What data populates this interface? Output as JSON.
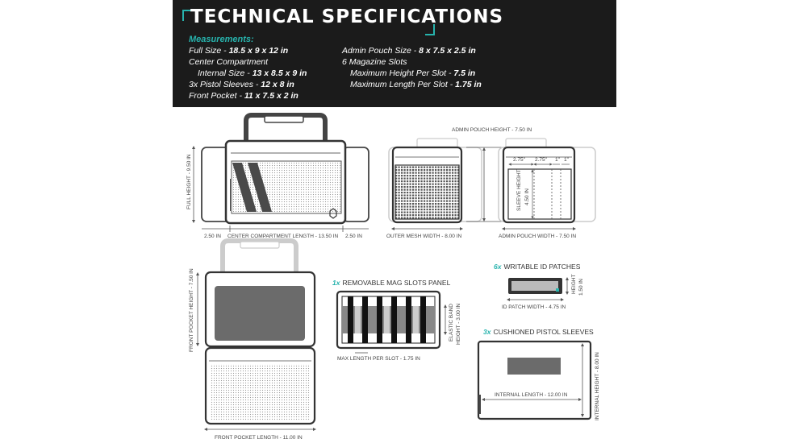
{
  "header": {
    "title": "TECHNICAL SPECIFICATIONS",
    "measurements_label": "Measurements:",
    "col1": [
      {
        "label": "Full Size - ",
        "value": "18.5 x 9 x 12 in"
      },
      {
        "label": "Center Compartment",
        "value": ""
      },
      {
        "label": "Internal Size - ",
        "value": "13 x 8.5 x 9 in"
      },
      {
        "label": "3x Pistol Sleeves - ",
        "value": "12 x 8 in"
      },
      {
        "label": "Front Pocket - ",
        "value": "11 x 7.5 x 2 in"
      }
    ],
    "col2": [
      {
        "label": "Admin Pouch Size - ",
        "value": "8 x 7.5 x 2.5 in"
      },
      {
        "label": "6 Magazine Slots",
        "value": ""
      },
      {
        "label": "Maximum Height Per Slot - ",
        "value": "7.5 in"
      },
      {
        "label": "Maximum Length Per Slot - ",
        "value": "1.75 in"
      }
    ]
  },
  "labels": {
    "full_height": "FULL HEIGHT - 9.50 IN",
    "side_left": "2.50 IN",
    "center_length": "CENTER COMPARTMENT LENGTH - 13.50 IN",
    "side_right": "2.50 IN",
    "admin_pouch_height": "ADMIN POUCH HEIGHT - 7.50 IN",
    "outer_mesh_width": "OUTER MESH WIDTH - 8.00 IN",
    "admin_pouch_width": "ADMIN POUCH WIDTH - 7.50 IN",
    "sleeve_dim_1": "2.75\"",
    "sleeve_dim_2": "2.75\"",
    "sleeve_dim_3": "1\"",
    "sleeve_dim_4": "1\"",
    "sleeve_height_a": "SLEEVE HEIGHT",
    "sleeve_height_b": "4.50 IN",
    "front_pocket_height": "FRONT POCKET HEIGHT - 7.50 IN",
    "front_pocket_length": "FRONT POCKET LENGTH - 11.00 IN",
    "mag_panel_count": "1x",
    "mag_panel_title": "REMOVABLE MAG SLOTS PANEL",
    "elastic_a": "ELASTIC BAND",
    "elastic_b": "HEIGHT - 3.00 IN",
    "max_length_slot": "MAX LENGTH PER SLOT - 1.75 IN",
    "id_count": "6x",
    "id_title": "WRITABLE ID PATCHES",
    "id_height_a": "HEIGHT",
    "id_height_b": "1.50 IN",
    "id_width": "ID PATCH WIDTH - 4.75 IN",
    "sleeve_count": "3x",
    "sleeve_title": "CUSHIONED PISTOL SLEEVES",
    "internal_length": "INTERNAL LENGTH - 12.00 IN",
    "internal_height": "INTERNAL HEIGHT - 8.00 IN"
  },
  "colors": {
    "accent": "#27b3ad",
    "header_bg": "#1b1b1b",
    "outline": "#333333",
    "ghost": "#cccccc",
    "panel_fill": "#6b6b6b"
  }
}
